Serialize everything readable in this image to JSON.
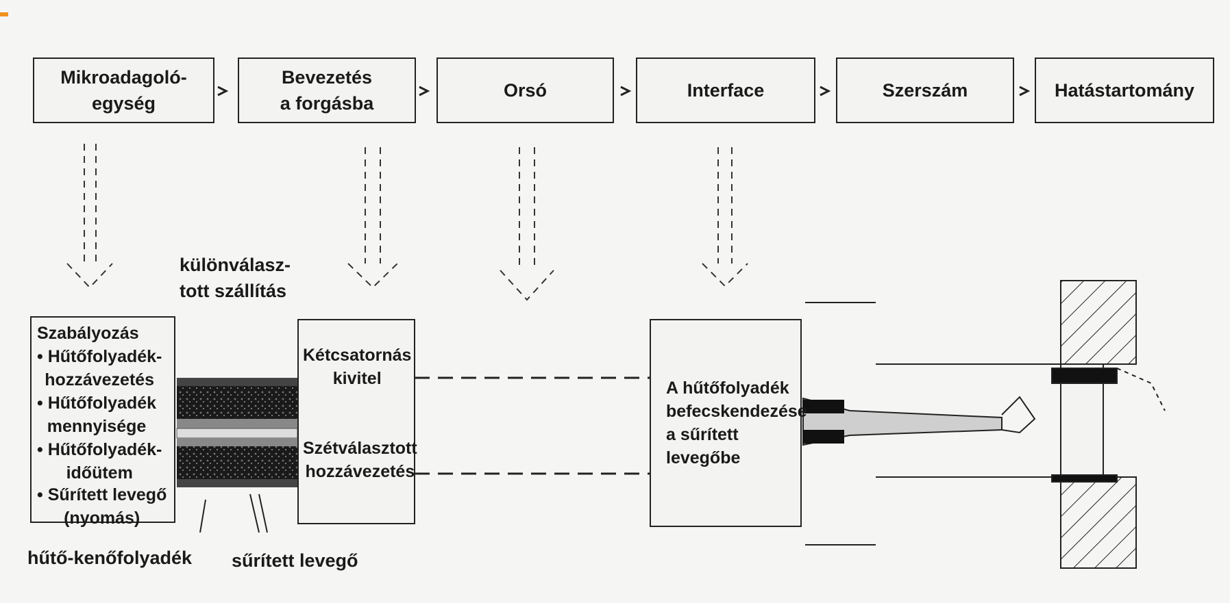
{
  "accent_color": "#f0921e",
  "flow": [
    {
      "label": "Mikroadagoló-\negység"
    },
    {
      "label": "Bevezetés\na forgásba"
    },
    {
      "label": "Orsó"
    },
    {
      "label": "Interface"
    },
    {
      "label": "Szerszám"
    },
    {
      "label": "Hatástartomány"
    }
  ],
  "separated_transport": "különválasz-\ntott szállítás",
  "control_panel": {
    "title": "Szabályozás",
    "items": [
      "• Hűtőfolyadék-\n   hozzávezetés",
      "• Hűtőfolyadék\n   mennyisége",
      "• Hűtőfolyadék-\n   időütem",
      "• Sűrített levegő\n   (nyomás)"
    ]
  },
  "channel_panel": {
    "top": "Kétcsatornás\nkivitel",
    "bottom": "Szétválasztott\nhozzávezetés"
  },
  "injection_panel": "A hűtőfolyadék\nbefecskendezése\na sűrített\nlevegőbe",
  "bottom_labels": {
    "coolant": "hűtő-kenőfolyadék",
    "air": "sűrített levegő"
  }
}
